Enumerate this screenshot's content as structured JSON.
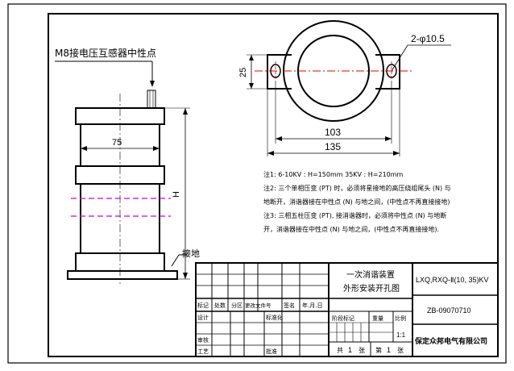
{
  "drawing": {
    "callout_label": "M8接电压互感器中性点",
    "ground_label": "接地",
    "dimensions": {
      "body_width": "75",
      "height_h": "H",
      "hole_spec": "2-φ10.5",
      "flange_height": "25",
      "hole_spacing": "103",
      "overall_width": "135"
    },
    "notes": [
      "注1: 6-10KV : H=150mm        35KV : H=210mm",
      "注2: 三个单相压变 (PT) 时，必须将星接地的高压绕组尾头 (N) 与",
      "地断开，消谐器接在中性点 (N) 与地之间，(中性点不再直接接地)",
      "注3: 三相五柱压变 (PT), 接消谐器时，必须将中性点 (N) 与地断",
      "开，消谐器接在中性点 (N) 与地之间，(中性点不再直接接地)."
    ]
  },
  "title_block": {
    "drawing_title_line1": "一次消谐装置",
    "drawing_title_line2": "外形安装开孔图",
    "model": "LXQ,RXQ-Ⅱ(10, 35)KV",
    "drawing_number": "ZB-09070710",
    "company": "保定众邦电气有限公司",
    "scale": "1:1",
    "sheet_total_label": "共",
    "sheet_total": "1",
    "sheet_total_unit": "张",
    "sheet_no_label": "第",
    "sheet_no": "1",
    "sheet_no_unit": "张",
    "revision_header": [
      "标记",
      "处数",
      "分区",
      "更改文件号",
      "签名",
      "年.月.日"
    ],
    "sign_row1": [
      "设计",
      "",
      "标准化"
    ],
    "sign_row2": [
      "审核",
      "工艺",
      "批准"
    ],
    "stage_header": [
      "阶段标记",
      "重量",
      "比例"
    ]
  }
}
